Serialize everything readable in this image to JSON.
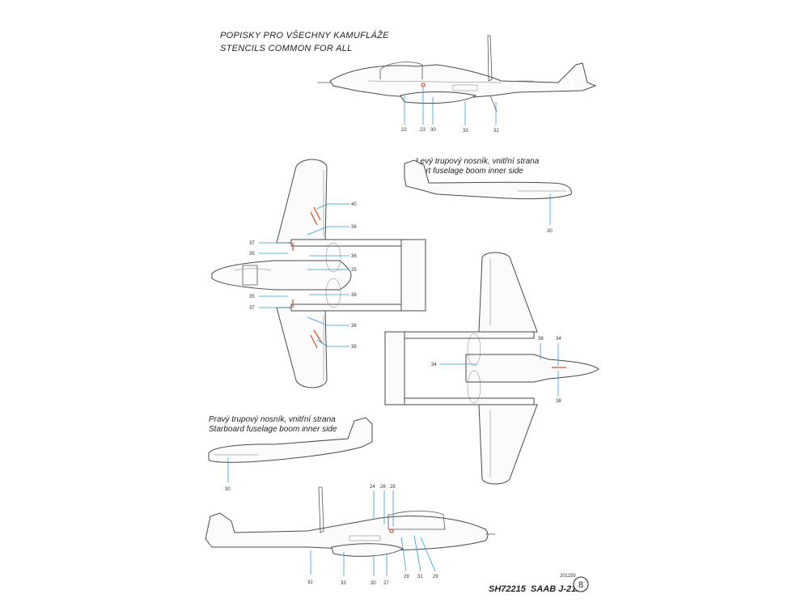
{
  "header": {
    "title_cz": "POPISKY PRO VŠECHNY KAMUFLÁŽE",
    "title_en": "STENCILS COMMON FOR ALL"
  },
  "captions": {
    "port_cz": "Levý trupový nosník, vnitřní strana",
    "port_en": "Port fuselage boom inner side",
    "stbd_cz": "Pravý trupový nosník, vnitřní strana",
    "stbd_en": "Starboard fuselage boom inner side"
  },
  "callouts": {
    "top_side": [
      "22",
      "23",
      "30",
      "33",
      "32"
    ],
    "port_boom": [
      "30"
    ],
    "top_view": [
      "40",
      "36",
      "37",
      "35",
      "36",
      "25",
      "35",
      "36",
      "37",
      "36",
      "39"
    ],
    "bottom_view": [
      "34",
      "38",
      "34",
      "38"
    ],
    "stbd_boom": [
      "30"
    ],
    "bottom_side": [
      "24",
      "26",
      "28",
      "32",
      "33",
      "30",
      "27",
      "29",
      "31",
      "29"
    ]
  },
  "footer": {
    "code": "SH72215",
    "model": "SAAB J-21A",
    "page": "8",
    "tiny": "201159"
  },
  "colors": {
    "leader": "#2a9fd8",
    "stencil": "#d3562a",
    "outline": "#4a4a4a"
  }
}
